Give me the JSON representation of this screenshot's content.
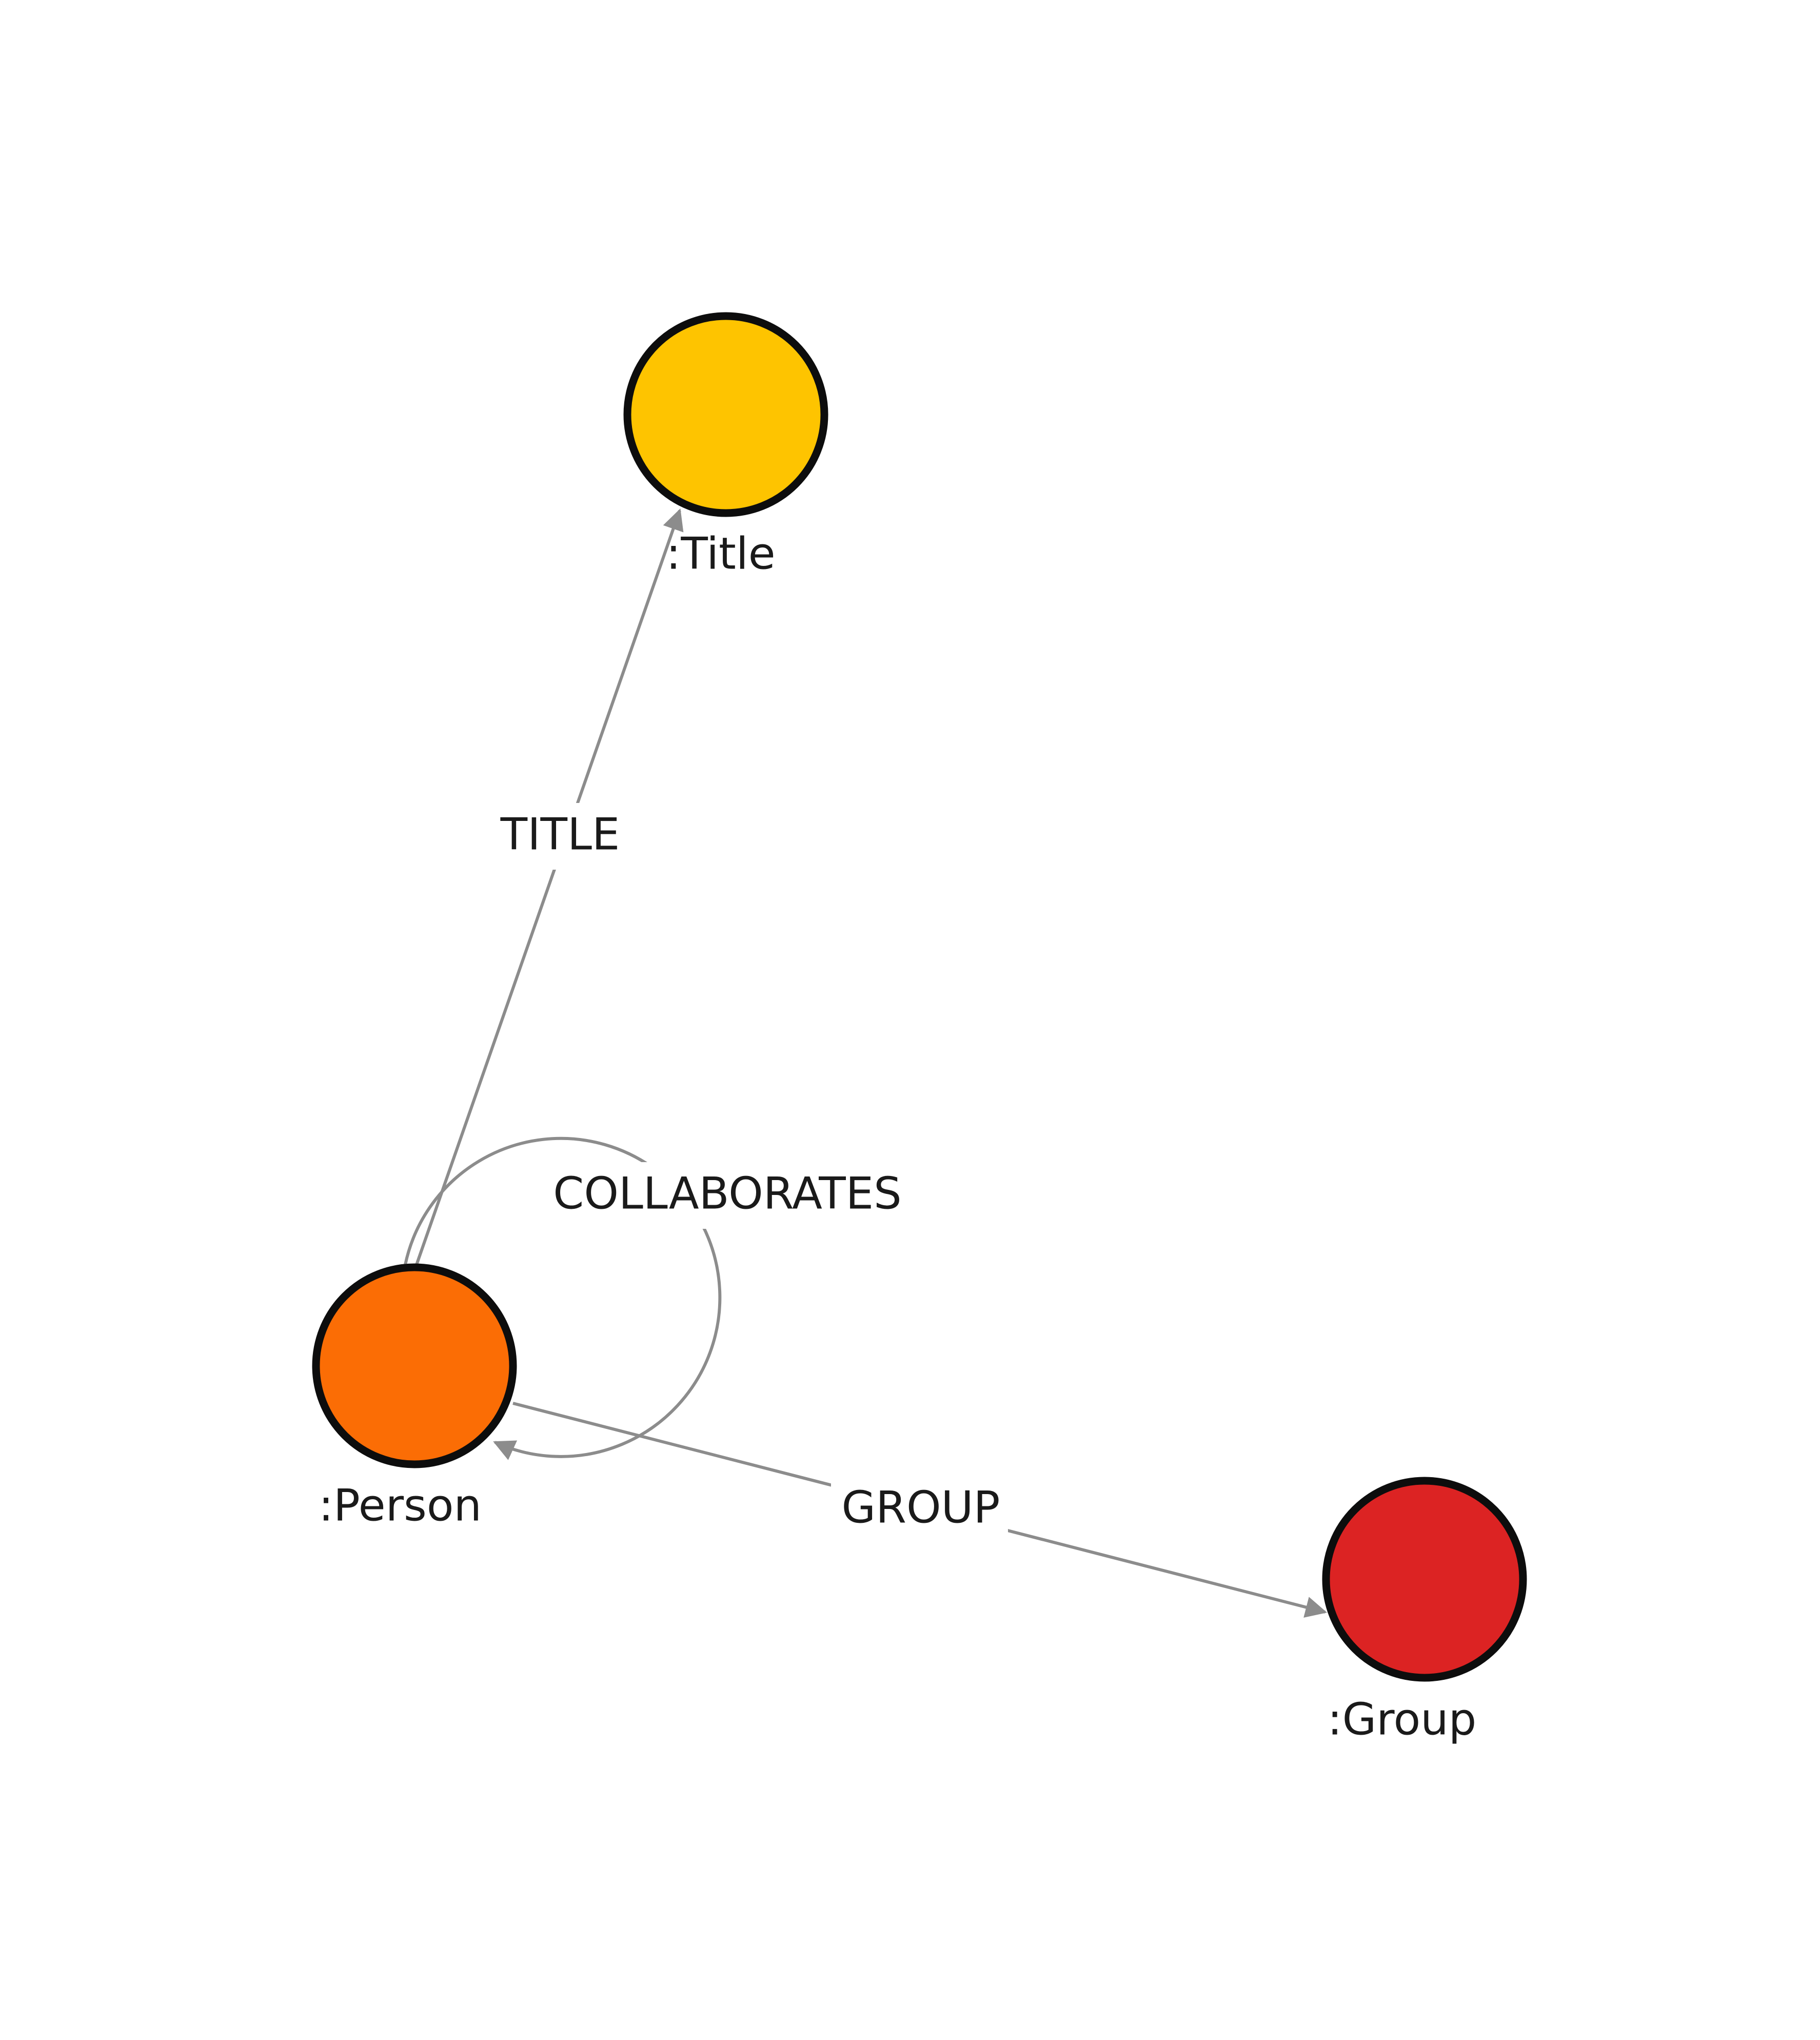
{
  "graph": {
    "nodes": [
      {
        "id": "title",
        "label": ":Title",
        "color": "#fec400"
      },
      {
        "id": "person",
        "label": ":Person",
        "color": "#fb6d05"
      },
      {
        "id": "group",
        "label": ":Group",
        "color": "#dc2323"
      }
    ],
    "relationships": [
      {
        "id": "title-rel",
        "from": "person",
        "to": "title",
        "label": "TITLE"
      },
      {
        "id": "collaborates-rel",
        "from": "person",
        "to": "person",
        "label": "COLLABORATES"
      },
      {
        "id": "group-rel",
        "from": "person",
        "to": "group",
        "label": "GROUP"
      }
    ],
    "edge_color": "#8c8c8c",
    "node_border_color": "#0d0d0d"
  }
}
